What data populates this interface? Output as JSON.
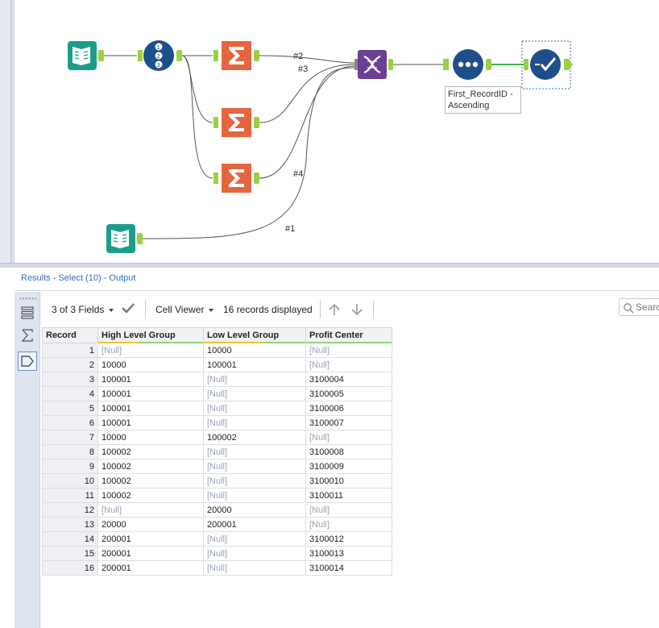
{
  "canvas": {
    "connection_labels": [
      "#2",
      "#3",
      "#4",
      "#1"
    ],
    "sort_tool_label": [
      "First_RecordID -",
      "Ascending"
    ]
  },
  "results": {
    "title": "Results - Select (10) - Output"
  },
  "toolbar": {
    "fields_label": "3 of 3 Fields",
    "viewer_label": "Cell Viewer",
    "records_label": "16 records displayed",
    "search_placeholder": "Search"
  },
  "table": {
    "columns": [
      "Record",
      "High Level Group",
      "Low Level Group",
      "Profit Center"
    ],
    "rows": [
      [
        "1",
        "[Null]",
        "10000",
        "[Null]"
      ],
      [
        "2",
        "10000",
        "100001",
        "[Null]"
      ],
      [
        "3",
        "100001",
        "[Null]",
        "3100004"
      ],
      [
        "4",
        "100001",
        "[Null]",
        "3100005"
      ],
      [
        "5",
        "100001",
        "[Null]",
        "3100006"
      ],
      [
        "6",
        "100001",
        "[Null]",
        "3100007"
      ],
      [
        "7",
        "10000",
        "100002",
        "[Null]"
      ],
      [
        "8",
        "100002",
        "[Null]",
        "3100008"
      ],
      [
        "9",
        "100002",
        "[Null]",
        "3100009"
      ],
      [
        "10",
        "100002",
        "[Null]",
        "3100010"
      ],
      [
        "11",
        "100002",
        "[Null]",
        "3100011"
      ],
      [
        "12",
        "[Null]",
        "20000",
        "[Null]"
      ],
      [
        "13",
        "20000",
        "200001",
        "[Null]"
      ],
      [
        "14",
        "200001",
        "[Null]",
        "3100012"
      ],
      [
        "15",
        "200001",
        "[Null]",
        "3100013"
      ],
      [
        "16",
        "200001",
        "[Null]",
        "3100014"
      ]
    ]
  },
  "colors": {
    "input_tool": "#1a9e8a",
    "record_id_tool": "#1f4e8c",
    "summarize_tool": "#e4663f",
    "join_tool": "#6b3f94",
    "sort_tool": "#1f4e8c",
    "connector": "#7dc242",
    "link_title": "#2f6fb3"
  },
  "icons": [
    "input-data-icon",
    "record-id-icon",
    "summarize-icon",
    "union-icon",
    "sort-icon",
    "select-icon",
    "check-icon",
    "arrow-up-icon",
    "arrow-down-icon",
    "search-icon",
    "grid-icon",
    "sigma-icon",
    "tag-icon"
  ]
}
